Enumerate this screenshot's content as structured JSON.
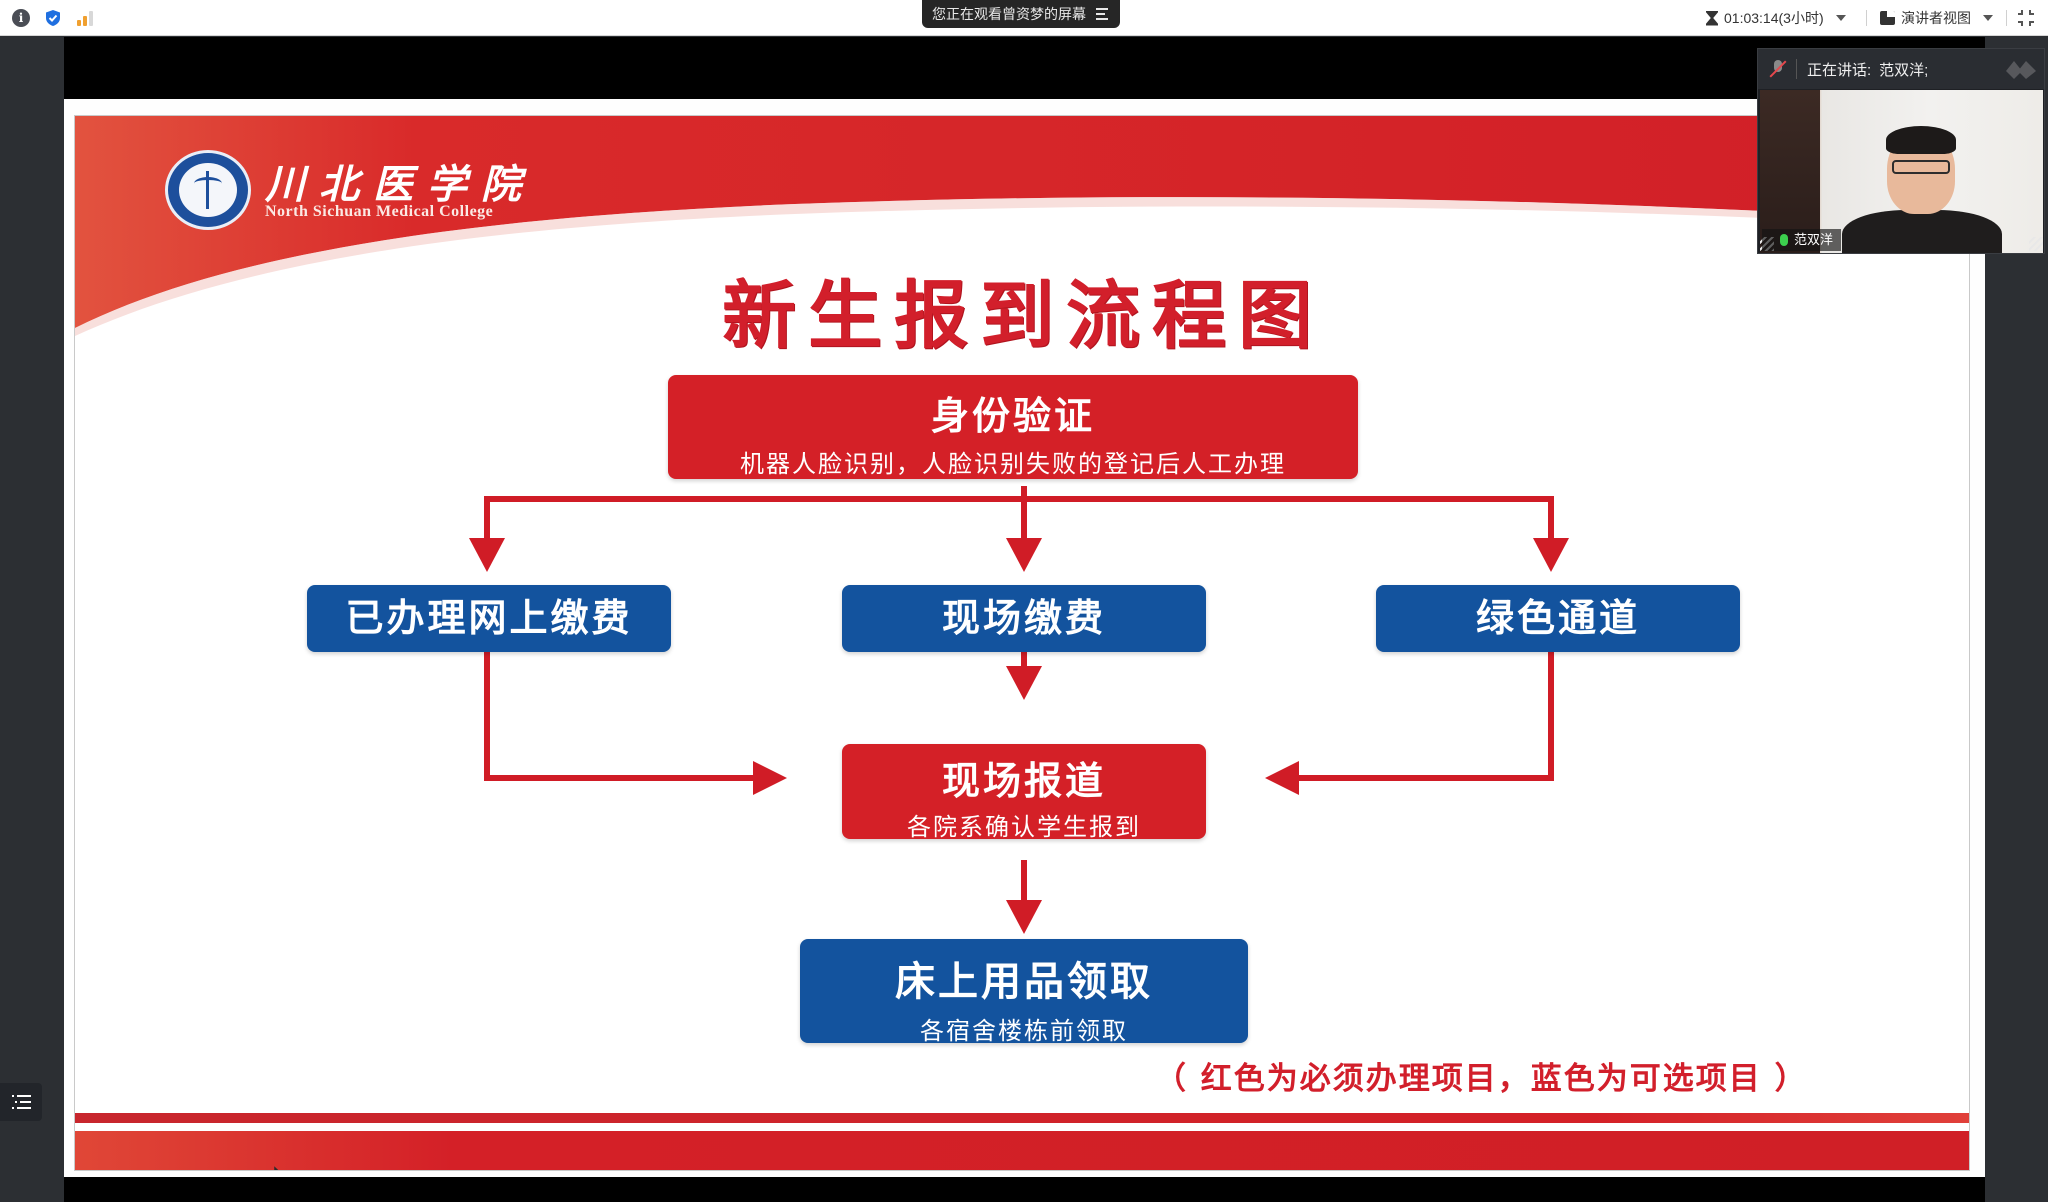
{
  "toolbar": {
    "left_icons": [
      "info-icon",
      "shield-check-icon",
      "signal-strength-icon"
    ],
    "share_banner": "您正在观看曾资梦的屏幕",
    "share_menu_icon": "menu-icon",
    "timer": "01:03:14(3小时)",
    "view_mode": "演讲者视图",
    "fullscreen_icon": "exit-fullscreen-icon"
  },
  "colors": {
    "toolbar_bg": "#ffffff",
    "rail_bg": "#2c2f33",
    "required_red": "#d42027",
    "optional_blue": "#13539e",
    "title_red": "#d21f2b",
    "mic_active": "#3ccf4e",
    "signal_orange": "#f0a030"
  },
  "video": {
    "speaking_label": "正在讲话:",
    "speaker": "范双洋;",
    "participant_name": "范双洋"
  },
  "slide": {
    "school_cn": "川北医学院",
    "school_en": "North Sichuan Medical College",
    "title": "新生报到流程图",
    "steps": {
      "identity": {
        "main": "身份验证",
        "sub": "机器人脸识别，人脸识别失败的登记后人工办理",
        "type": "required"
      },
      "online_paid": {
        "main": "已办理网上缴费",
        "type": "optional"
      },
      "onsite_pay": {
        "main": "现场缴费",
        "type": "optional"
      },
      "green_channel": {
        "main": "绿色通道",
        "type": "optional"
      },
      "onsite_register": {
        "main": "现场报道",
        "sub": "各院系确认学生报到",
        "type": "required"
      },
      "bedding": {
        "main": "床上用品领取",
        "sub": "各宿舍楼栋前领取",
        "type": "optional"
      }
    },
    "legend_note": "（ 红色为必须办理项目，蓝色为可选项目 ）"
  },
  "left_rail": {
    "list_toggle_icon": "list-icon"
  }
}
